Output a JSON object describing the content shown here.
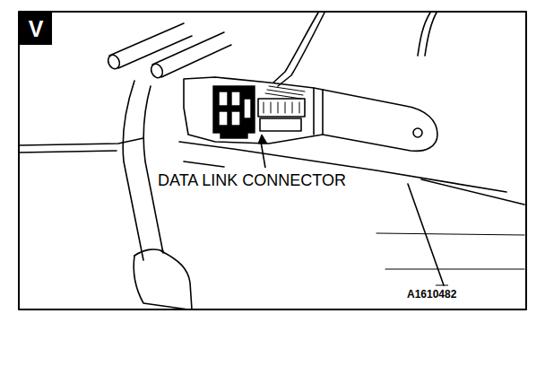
{
  "diagram": {
    "labels": [
      "V",
      "DATA LINK CONNECTOR",
      "A1610482"
    ]
  }
}
